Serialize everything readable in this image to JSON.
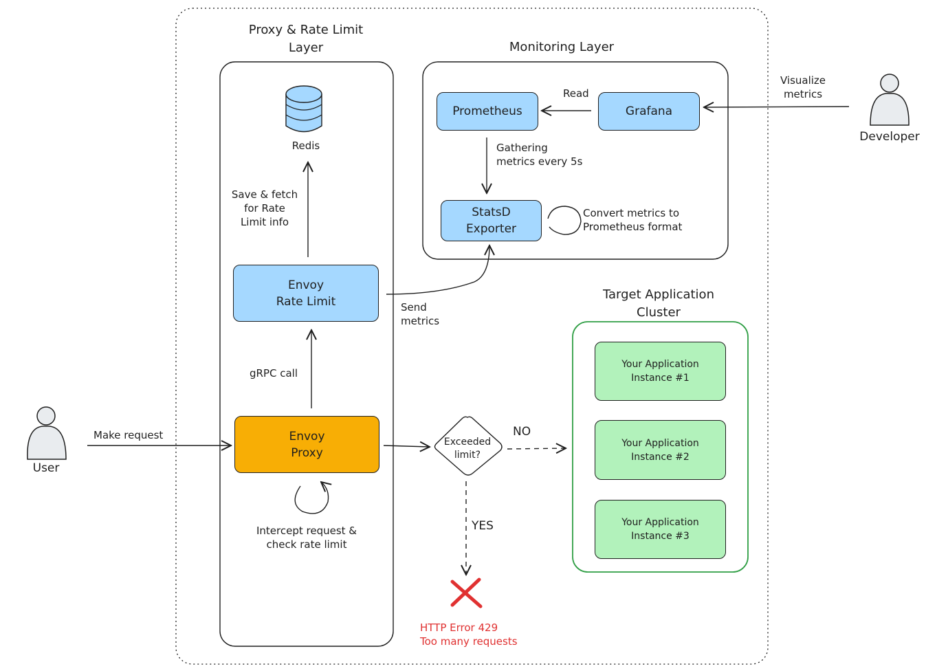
{
  "proxy_layer": {
    "title": "Proxy & Rate Limit\nLayer"
  },
  "monitoring_layer": {
    "title": "Monitoring Layer"
  },
  "target_cluster": {
    "title": "Target Application\nCluster"
  },
  "nodes": {
    "redis": "Redis",
    "envoy_rate_limit": "Envoy\nRate Limit",
    "envoy_proxy": "Envoy\nProxy",
    "prometheus": "Prometheus",
    "grafana": "Grafana",
    "statsd_exporter": "StatsD\nExporter",
    "decision": "Exceeded\nlimit?",
    "instance_1": "Your Application\nInstance #1",
    "instance_2": "Your Application\nInstance #2",
    "instance_3": "Your Application\nInstance #3"
  },
  "actors": {
    "user": "User",
    "developer": "Developer"
  },
  "edge_labels": {
    "save_fetch": "Save & fetch\nfor Rate\nLimit info",
    "grpc_call": "gRPC call",
    "intercept": "Intercept request &\ncheck rate limit",
    "make_request": "Make request",
    "send_metrics": "Send\nmetrics",
    "read": "Read",
    "gathering": "Gathering\nmetrics every 5s",
    "convert": "Convert metrics to\nPrometheus format",
    "visualize": "Visualize\nmetrics",
    "no": "NO",
    "yes": "YES"
  },
  "error": {
    "text": "HTTP Error 429\nToo many requests"
  },
  "colors": {
    "blue_fill": "#a5d8ff",
    "orange_fill": "#f8ae05",
    "green_fill": "#b2f2bb",
    "green_border": "#2f9e44",
    "error_red": "#e03131",
    "stroke": "#1e1e1e"
  }
}
